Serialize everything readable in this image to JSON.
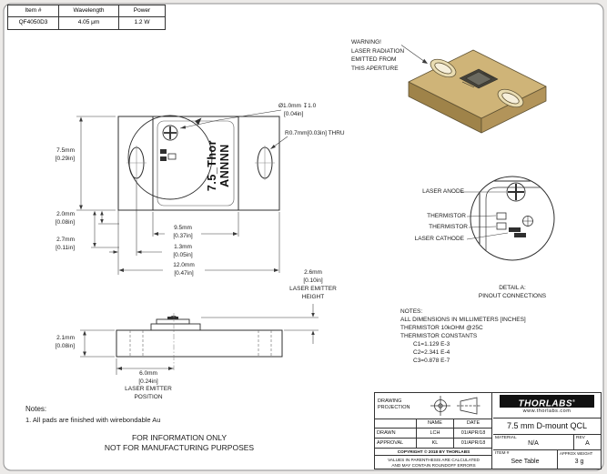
{
  "colors": {
    "line": "#2f2f2f",
    "gold_top": "#cfb478",
    "gold_front": "#9f8349",
    "gold_right": "#b2945a"
  },
  "spec_table": {
    "headers": [
      "Item #",
      "Wavelength",
      "Power"
    ],
    "row": [
      "QF4050D3",
      "4.05 μm",
      "1.2 W"
    ]
  },
  "warning": {
    "lines": [
      "WARNING!",
      "LASER RADIATION",
      "EMITTED FROM",
      "THIS APERTURE"
    ]
  },
  "front_view": {
    "part_label_line1": "7.5_Thor",
    "part_label_line2": "ANNNN",
    "dim_height_mm": "7.5mm",
    "dim_height_in": "[0.29in]",
    "dim_2_0_mm": "2.0mm",
    "dim_2_0_in": "[0.08in]",
    "dim_2_7_mm": "2.7mm",
    "dim_2_7_in": "[0.11in]",
    "dim_9_5_mm": "9.5mm",
    "dim_9_5_in": "[0.37in]",
    "dim_1_3_mm": "1.3mm",
    "dim_1_3_in": "[0.05in]",
    "dim_12_0_mm": "12.0mm",
    "dim_12_0_in": "[0.47in]",
    "callout_hole_line1": "Ø1.0mm ↧1.0",
    "callout_hole_line2": "[0.04in]",
    "callout_slot": "R0.7mm[0.03in] THRU"
  },
  "side_view": {
    "dim_2_1_mm": "2.1mm",
    "dim_2_1_in": "[0.08in]",
    "dim_6_0_mm": "6.0mm",
    "dim_6_0_in": "[0.24in]",
    "emitter_position_line1": "LASER EMITTER",
    "emitter_position_line2": "POSITION",
    "dim_2_6_mm": "2.6mm",
    "dim_2_6_in": "[0.10in]",
    "emitter_height_line1": "LASER EMITTER",
    "emitter_height_line2": "HEIGHT"
  },
  "detail_a": {
    "labels": [
      "LASER ANODE",
      "THERMISTOR",
      "THERMISTOR",
      "LASER CATHODE"
    ],
    "caption_line1": "DETAIL A:",
    "caption_line2": "PINOUT CONNECTIONS"
  },
  "notes_right": {
    "title": "NOTES:",
    "lines": [
      "ALL DIMENSIONS IN MILLIMETERS [INCHES]",
      "THERMISTOR 10kOHM @25C",
      "THERMISTOR CONSTANTS",
      "C1=1.129 E-3",
      "C2=2.341 E-4",
      "C3=0.878 E-7"
    ]
  },
  "notes_bottom": {
    "title": "Notes:",
    "line1": "1. All pads are finished with wirebondable Au"
  },
  "info_only": {
    "line1": "FOR INFORMATION ONLY",
    "line2": "NOT FOR MANUFACTURING PURPOSES"
  },
  "title_block": {
    "projection_label_line1": "DRAWING",
    "projection_label_line2": "PROJECTION",
    "brand": "THORLABS",
    "brand_mark": "®",
    "url": "www.thorlabs.com",
    "col_name": "NAME",
    "col_date": "DATE",
    "drawn_label": "DRAWN",
    "drawn_name": "LCH",
    "drawn_date": "01/APR/18",
    "approval_label": "APPROVAL",
    "approval_name": "KL",
    "approval_date": "01/APR/18",
    "copyright": "COPYRIGHT © 2018 BY THORLABS",
    "values_note_line1": "VALUES IN PARENTHESIS ARE CALCULATED",
    "values_note_line2": "AND MAY CONTAIN ROUNDOFF ERRORS",
    "title": "7.5 mm D-mount QCL",
    "material_label": "MATERIAL",
    "material": "N/A",
    "rev_label": "REV",
    "rev": "A",
    "item_label": "ITEM #",
    "item": "See Table",
    "weight_label": "APPROX WEIGHT",
    "weight": "3 g"
  }
}
